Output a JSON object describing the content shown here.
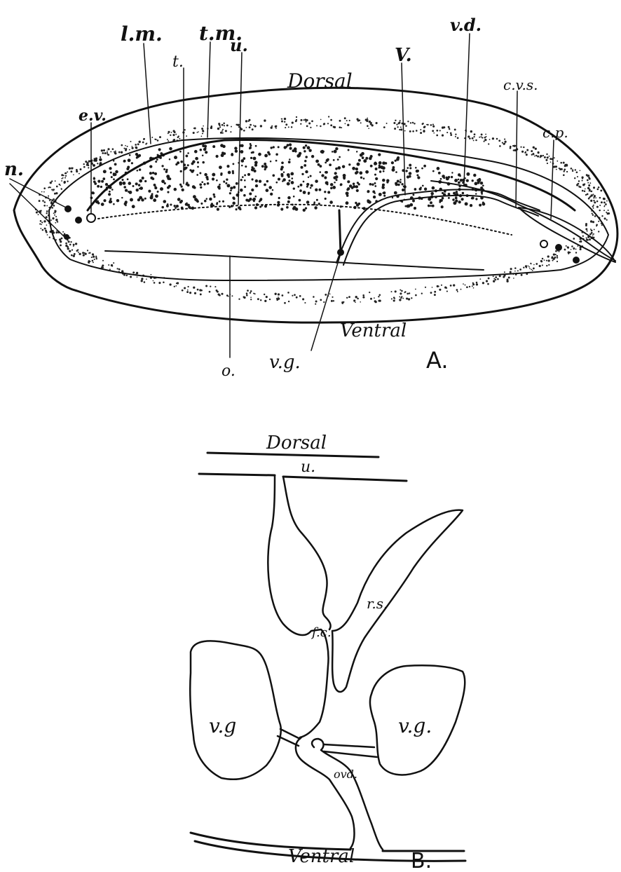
{
  "figure_a": {
    "panel_letter": "A.",
    "orientation": {
      "top": "Dorsal",
      "bottom": "Ventral"
    },
    "labels": {
      "n": "n.",
      "ev": "e.v.",
      "lm": "l.m.",
      "t": "t.",
      "tm": "t.m.",
      "u": "u.",
      "v": "V.",
      "vd": "v.d.",
      "cvs": "c.v.s.",
      "cp": "c.p.",
      "vg": "v.g.",
      "o": "o."
    }
  },
  "figure_b": {
    "panel_letter": "B.",
    "orientation": {
      "top": "Dorsal",
      "bottom": "Ventral"
    },
    "labels": {
      "u": "u.",
      "rs": "r.s.",
      "fc": "f.c.",
      "vg_left": "v.g",
      "vg_right": "v.g.",
      "ovd": "ovd."
    }
  },
  "colors": {
    "ink": "#111111",
    "paper": "#ffffff"
  }
}
